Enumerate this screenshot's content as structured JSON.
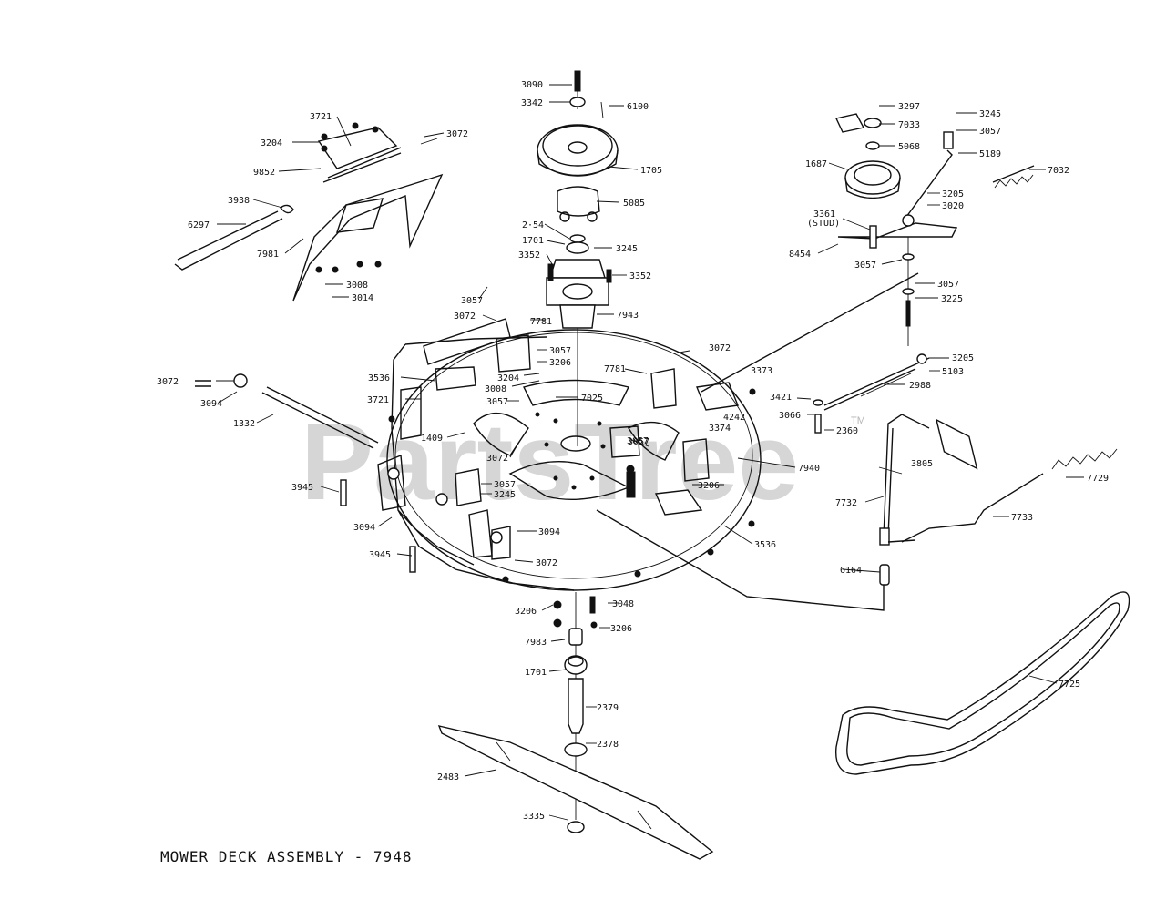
{
  "diagram": {
    "title": "MOWER DECK ASSEMBLY  -  7948",
    "watermark": "PartsTree",
    "watermark_tm": "TM",
    "parts": [
      {
        "id": "p3090",
        "text": "3090"
      },
      {
        "id": "p3342",
        "text": "3342"
      },
      {
        "id": "p6100",
        "text": "6100"
      },
      {
        "id": "p1705",
        "text": "1705"
      },
      {
        "id": "p5085",
        "text": "5085"
      },
      {
        "id": "p254",
        "text": "2·54"
      },
      {
        "id": "p1701a",
        "text": "1701"
      },
      {
        "id": "p3245a",
        "text": "3245"
      },
      {
        "id": "p3352a",
        "text": "3352"
      },
      {
        "id": "p3352b",
        "text": "3352"
      },
      {
        "id": "p7943",
        "text": "7943"
      },
      {
        "id": "p3721a",
        "text": "3721"
      },
      {
        "id": "p3204a",
        "text": "3204"
      },
      {
        "id": "p3072a",
        "text": "3072"
      },
      {
        "id": "p9852",
        "text": "9852"
      },
      {
        "id": "p3938",
        "text": "3938"
      },
      {
        "id": "p6297",
        "text": "6297"
      },
      {
        "id": "p7981",
        "text": "7981"
      },
      {
        "id": "p3008a",
        "text": "3008"
      },
      {
        "id": "p3014",
        "text": "3014"
      },
      {
        "id": "p3297",
        "text": "3297"
      },
      {
        "id": "p7033",
        "text": "7033"
      },
      {
        "id": "p5068",
        "text": "5068"
      },
      {
        "id": "p1687",
        "text": "1687"
      },
      {
        "id": "p3245b",
        "text": "3245"
      },
      {
        "id": "p3057a",
        "text": "3057"
      },
      {
        "id": "p5189",
        "text": "5189"
      },
      {
        "id": "p7032",
        "text": "7032"
      },
      {
        "id": "p3205a",
        "text": "3205"
      },
      {
        "id": "p3020",
        "text": "3020"
      },
      {
        "id": "p3361",
        "text": "3361"
      },
      {
        "id": "p3361s",
        "text": "(STUD)"
      },
      {
        "id": "p8454",
        "text": "8454"
      },
      {
        "id": "p3057b",
        "text": "3057"
      },
      {
        "id": "p3057c",
        "text": "3057"
      },
      {
        "id": "p3225",
        "text": "3225"
      },
      {
        "id": "p3057d",
        "text": "3057"
      },
      {
        "id": "p3072b",
        "text": "3072"
      },
      {
        "id": "p7781a",
        "text": "7781"
      },
      {
        "id": "p3057e",
        "text": "3057"
      },
      {
        "id": "p3206a",
        "text": "3206"
      },
      {
        "id": "p3204b",
        "text": "3204"
      },
      {
        "id": "p3536a",
        "text": "3536"
      },
      {
        "id": "p3008b",
        "text": "3008"
      },
      {
        "id": "p3057f",
        "text": "3057"
      },
      {
        "id": "p3072c",
        "text": "3072"
      },
      {
        "id": "p3094a",
        "text": "3094"
      },
      {
        "id": "p1332",
        "text": "1332"
      },
      {
        "id": "p3721b",
        "text": "3721"
      },
      {
        "id": "p1409",
        "text": "1409"
      },
      {
        "id": "p3072d",
        "text": "3072"
      },
      {
        "id": "p7025",
        "text": "7025"
      },
      {
        "id": "p3057g",
        "text": "3057"
      },
      {
        "id": "p7781b",
        "text": "7781"
      },
      {
        "id": "p3072e",
        "text": "3072"
      },
      {
        "id": "p3373",
        "text": "3373"
      },
      {
        "id": "p3374",
        "text": "3374"
      },
      {
        "id": "p4242",
        "text": "4242"
      },
      {
        "id": "p3205b",
        "text": "3205"
      },
      {
        "id": "p5103",
        "text": "5103"
      },
      {
        "id": "p2988",
        "text": "2988"
      },
      {
        "id": "p3421",
        "text": "3421"
      },
      {
        "id": "p3066",
        "text": "3066"
      },
      {
        "id": "p2360",
        "text": "2360"
      },
      {
        "id": "p3057h",
        "text": "3057"
      },
      {
        "id": "p7940",
        "text": "7940"
      },
      {
        "id": "p3805",
        "text": "3805"
      },
      {
        "id": "p7729",
        "text": "7729"
      },
      {
        "id": "p3945a",
        "text": "3945"
      },
      {
        "id": "p3057i",
        "text": "3057"
      },
      {
        "id": "p3245c",
        "text": "3245"
      },
      {
        "id": "p3206b",
        "text": "3206"
      },
      {
        "id": "p7732",
        "text": "7732"
      },
      {
        "id": "p7733",
        "text": "7733"
      },
      {
        "id": "p3094b",
        "text": "3094"
      },
      {
        "id": "p3094c",
        "text": "3094"
      },
      {
        "id": "p3536b",
        "text": "3536"
      },
      {
        "id": "p3945b",
        "text": "3945"
      },
      {
        "id": "p3072f",
        "text": "3072"
      },
      {
        "id": "p6164",
        "text": "6164"
      },
      {
        "id": "p3206c",
        "text": "3206"
      },
      {
        "id": "p3048",
        "text": "3048"
      },
      {
        "id": "p3206d",
        "text": "3206"
      },
      {
        "id": "p7983",
        "text": "7983"
      },
      {
        "id": "p1701b",
        "text": "1701"
      },
      {
        "id": "p2379",
        "text": "2379"
      },
      {
        "id": "p2378",
        "text": "2378"
      },
      {
        "id": "p2483",
        "text": "2483"
      },
      {
        "id": "p3335",
        "text": "3335"
      },
      {
        "id": "p7725",
        "text": "7725"
      }
    ]
  }
}
